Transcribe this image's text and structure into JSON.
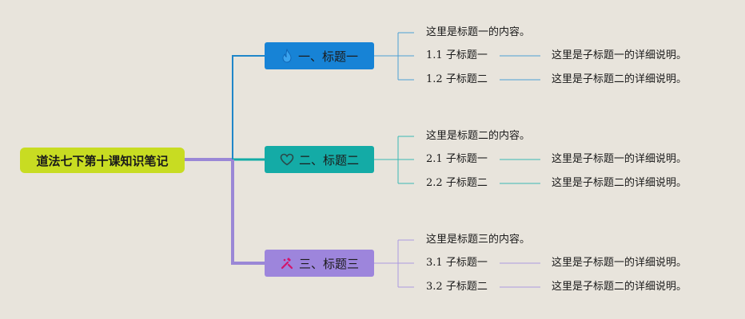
{
  "root": {
    "label": "道法七下第十课知识笔记"
  },
  "topics": [
    {
      "label": "一、标题一",
      "icon": "fire-icon",
      "color": "#1783d6",
      "content": "这里是标题一的内容。",
      "subs": [
        {
          "num": "1.1",
          "label": "子标题一",
          "detail": "这里是子标题一的详细说明。"
        },
        {
          "num": "1.2",
          "label": "子标题二",
          "detail": "这里是子标题二的详细说明。"
        }
      ]
    },
    {
      "label": "二、标题二",
      "icon": "heart-icon",
      "color": "#14aba6",
      "content": "这里是标题二的内容。",
      "subs": [
        {
          "num": "2.1",
          "label": "子标题一",
          "detail": "这里是子标题一的详细说明。"
        },
        {
          "num": "2.2",
          "label": "子标题二",
          "detail": "这里是子标题二的详细说明。"
        }
      ]
    },
    {
      "label": "三、标题三",
      "icon": "tools-icon",
      "color": "#9d85dc",
      "content": "这里是标题三的内容。",
      "subs": [
        {
          "num": "3.1",
          "label": "子标题一",
          "detail": "这里是子标题一的详细说明。"
        },
        {
          "num": "3.2",
          "label": "子标题二",
          "detail": "这里是子标题二的详细说明。"
        }
      ]
    }
  ]
}
